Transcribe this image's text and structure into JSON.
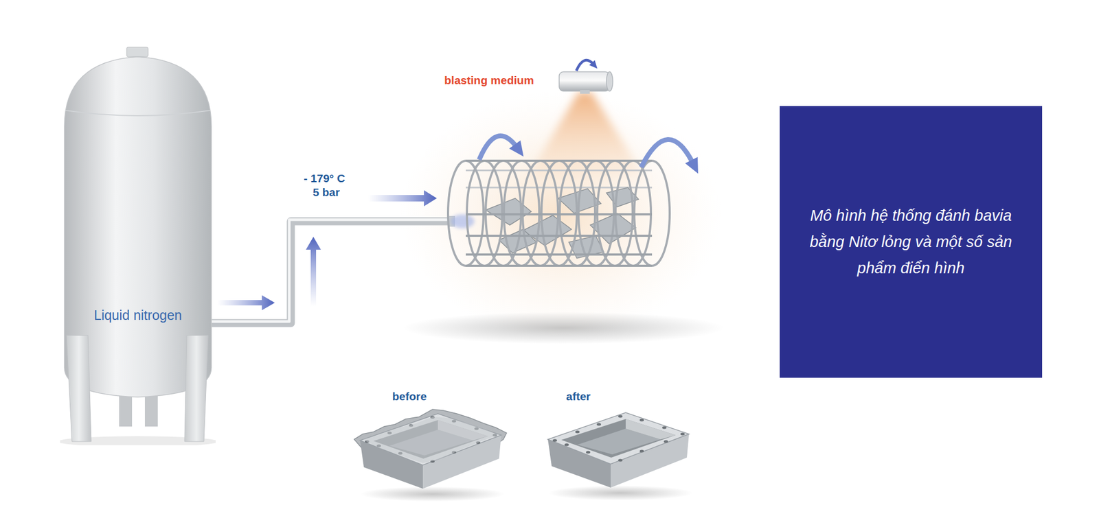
{
  "diagram": {
    "nodes": [
      {
        "text": [
          "Liquid nitrogen"
        ]
      },
      {
        "text": [
          "Mô hình hệ thống đánh bavia bằng Nitơ lỏng và một số sản phẩm điển hình"
        ]
      }
    ],
    "labels": [
      "blasting medium",
      "- 179° C",
      "5 bar",
      "before",
      "after"
    ]
  }
}
